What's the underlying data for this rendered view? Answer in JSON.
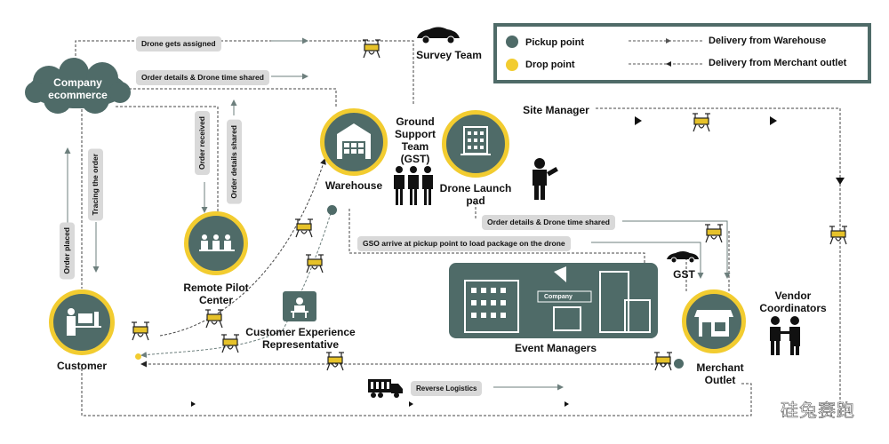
{
  "legend": {
    "pickup_label": "Pickup point",
    "drop_label": "Drop point",
    "warehouse_flow_label": "Delivery from Warehouse",
    "merchant_flow_label": "Delivery from Merchant outlet",
    "colors": {
      "pickup": "#4f6b68",
      "drop": "#f2cc30"
    }
  },
  "nodes": {
    "company": "Company ecommerce",
    "survey_team": "Survey Team",
    "warehouse": "Warehouse",
    "gst_team": "Ground Support Team (GST)",
    "launch_pad": "Drone Launch pad",
    "site_manager": "Site Manager",
    "remote_pilot": "Remote Pilot Center",
    "customer": "Customer",
    "cer": "Customer Experience Representative",
    "event_managers": "Event Managers",
    "event_sign": "Company",
    "gst": "GST",
    "merchant": "Merchant Outlet",
    "vendor": "Vendor Coordinators"
  },
  "flows": {
    "drone_assigned": "Drone gets assigned",
    "order_time_top": "Order details & Drone time shared",
    "order_received": "Order received",
    "order_details_shared": "Order details shared",
    "order_placed": "Order placed",
    "tracing": "Tracing the order",
    "order_time_mid": "Order details & Drone time shared",
    "gso": "GSO arrive at pickup point to load package on the drone",
    "reverse": "Reverse Logistics"
  },
  "watermark": "硅兔赛跑",
  "colors": {
    "teal": "#4f6b68",
    "yellow": "#f2cc30",
    "pill": "#d9d9d9"
  }
}
